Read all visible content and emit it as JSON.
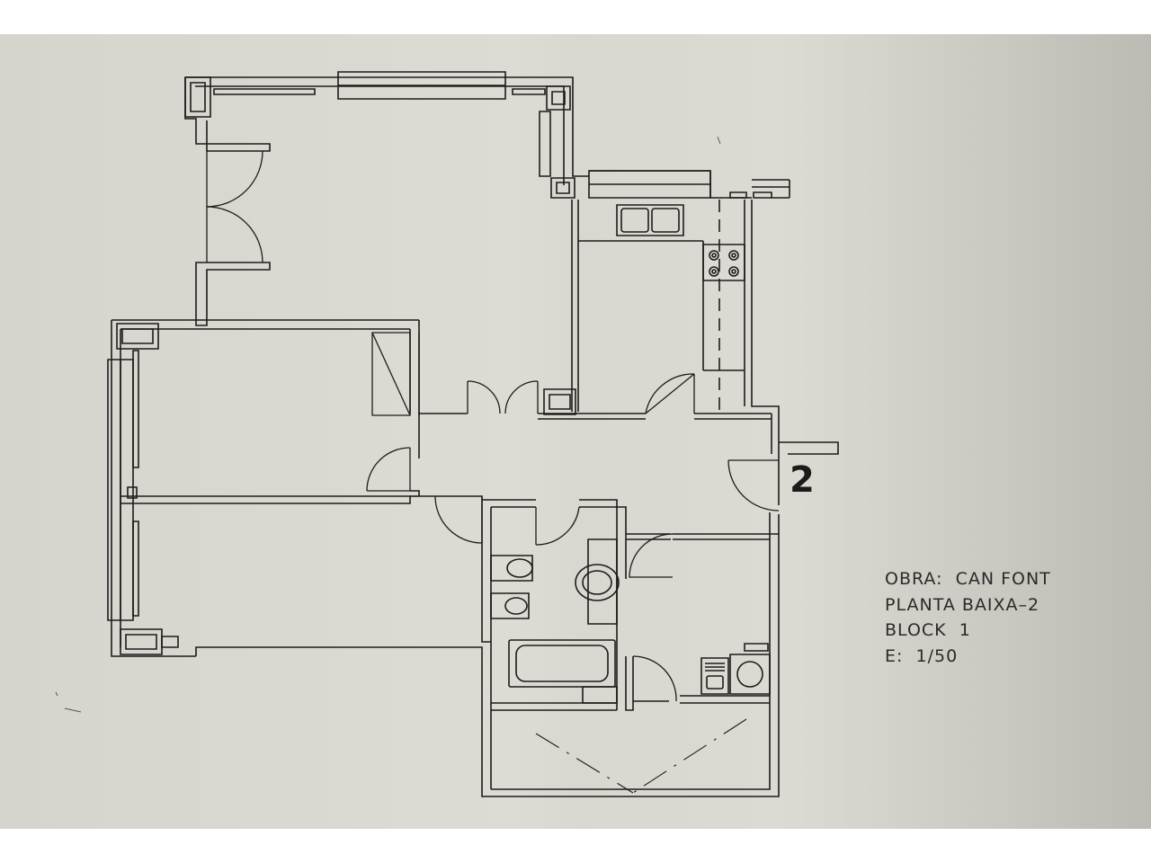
{
  "plan": {
    "unit_number": "2"
  },
  "title_block": {
    "obra": "OBRA:  CAN FONT",
    "planta": "PLANTA BAIXA–2",
    "block": "BLOCK  1",
    "scale": "E:  1/50"
  }
}
